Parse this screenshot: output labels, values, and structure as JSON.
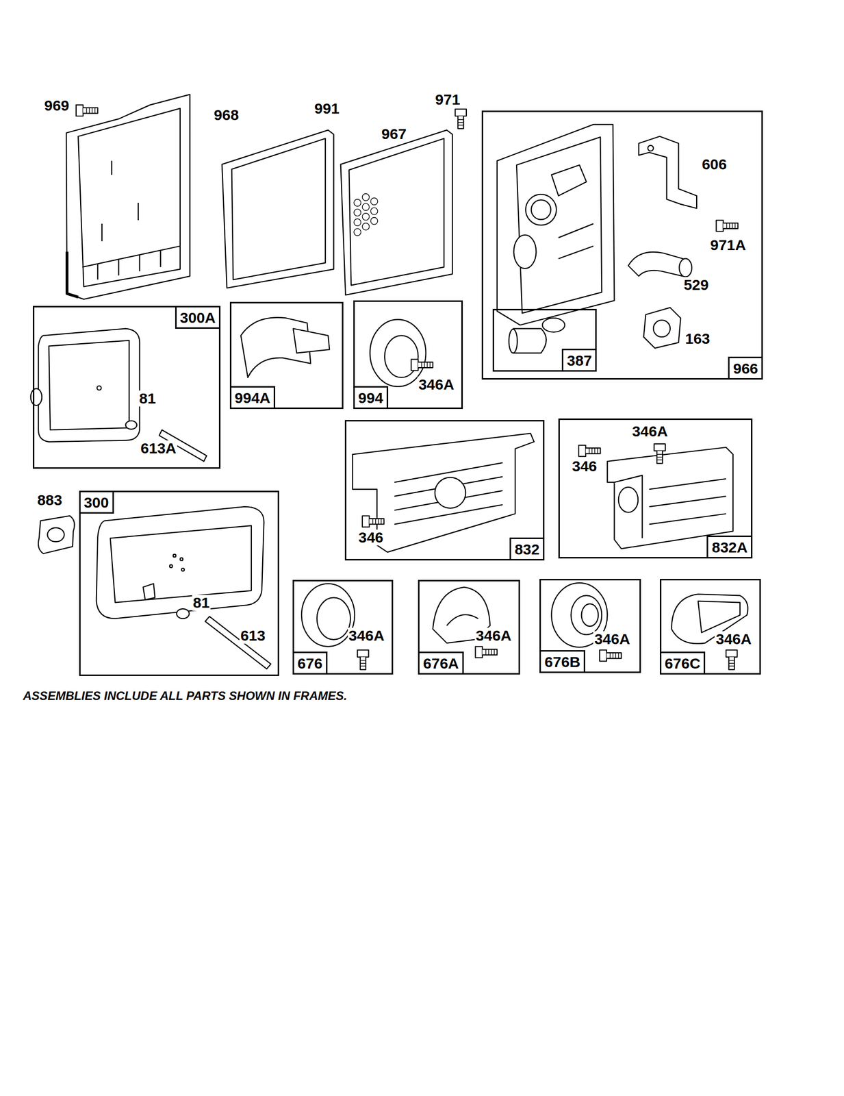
{
  "diagram": {
    "caption": "ASSEMBLIES INCLUDE ALL PARTS SHOWN IN FRAMES.",
    "nodes": [
      {
        "text": [
          "966"
        ]
      },
      {
        "text": [
          "387"
        ],
        "in": 0
      },
      {
        "text": [
          "300A"
        ]
      },
      {
        "text": [
          "994A"
        ]
      },
      {
        "text": [
          "994"
        ]
      },
      {
        "text": [
          "832"
        ]
      },
      {
        "text": [
          "832A"
        ]
      },
      {
        "text": [
          "300"
        ]
      },
      {
        "text": [
          "676"
        ]
      },
      {
        "text": [
          "676A"
        ]
      },
      {
        "text": [
          "676B"
        ]
      },
      {
        "text": [
          "676C"
        ]
      }
    ],
    "labels": [
      "969",
      "968",
      "991",
      "971",
      "967",
      "606",
      "971A",
      "529",
      "163",
      "81",
      "613A",
      "346A",
      "346A",
      "346",
      "346",
      "883",
      "81",
      "613",
      "346A",
      "346A",
      "346A",
      "346A"
    ]
  }
}
